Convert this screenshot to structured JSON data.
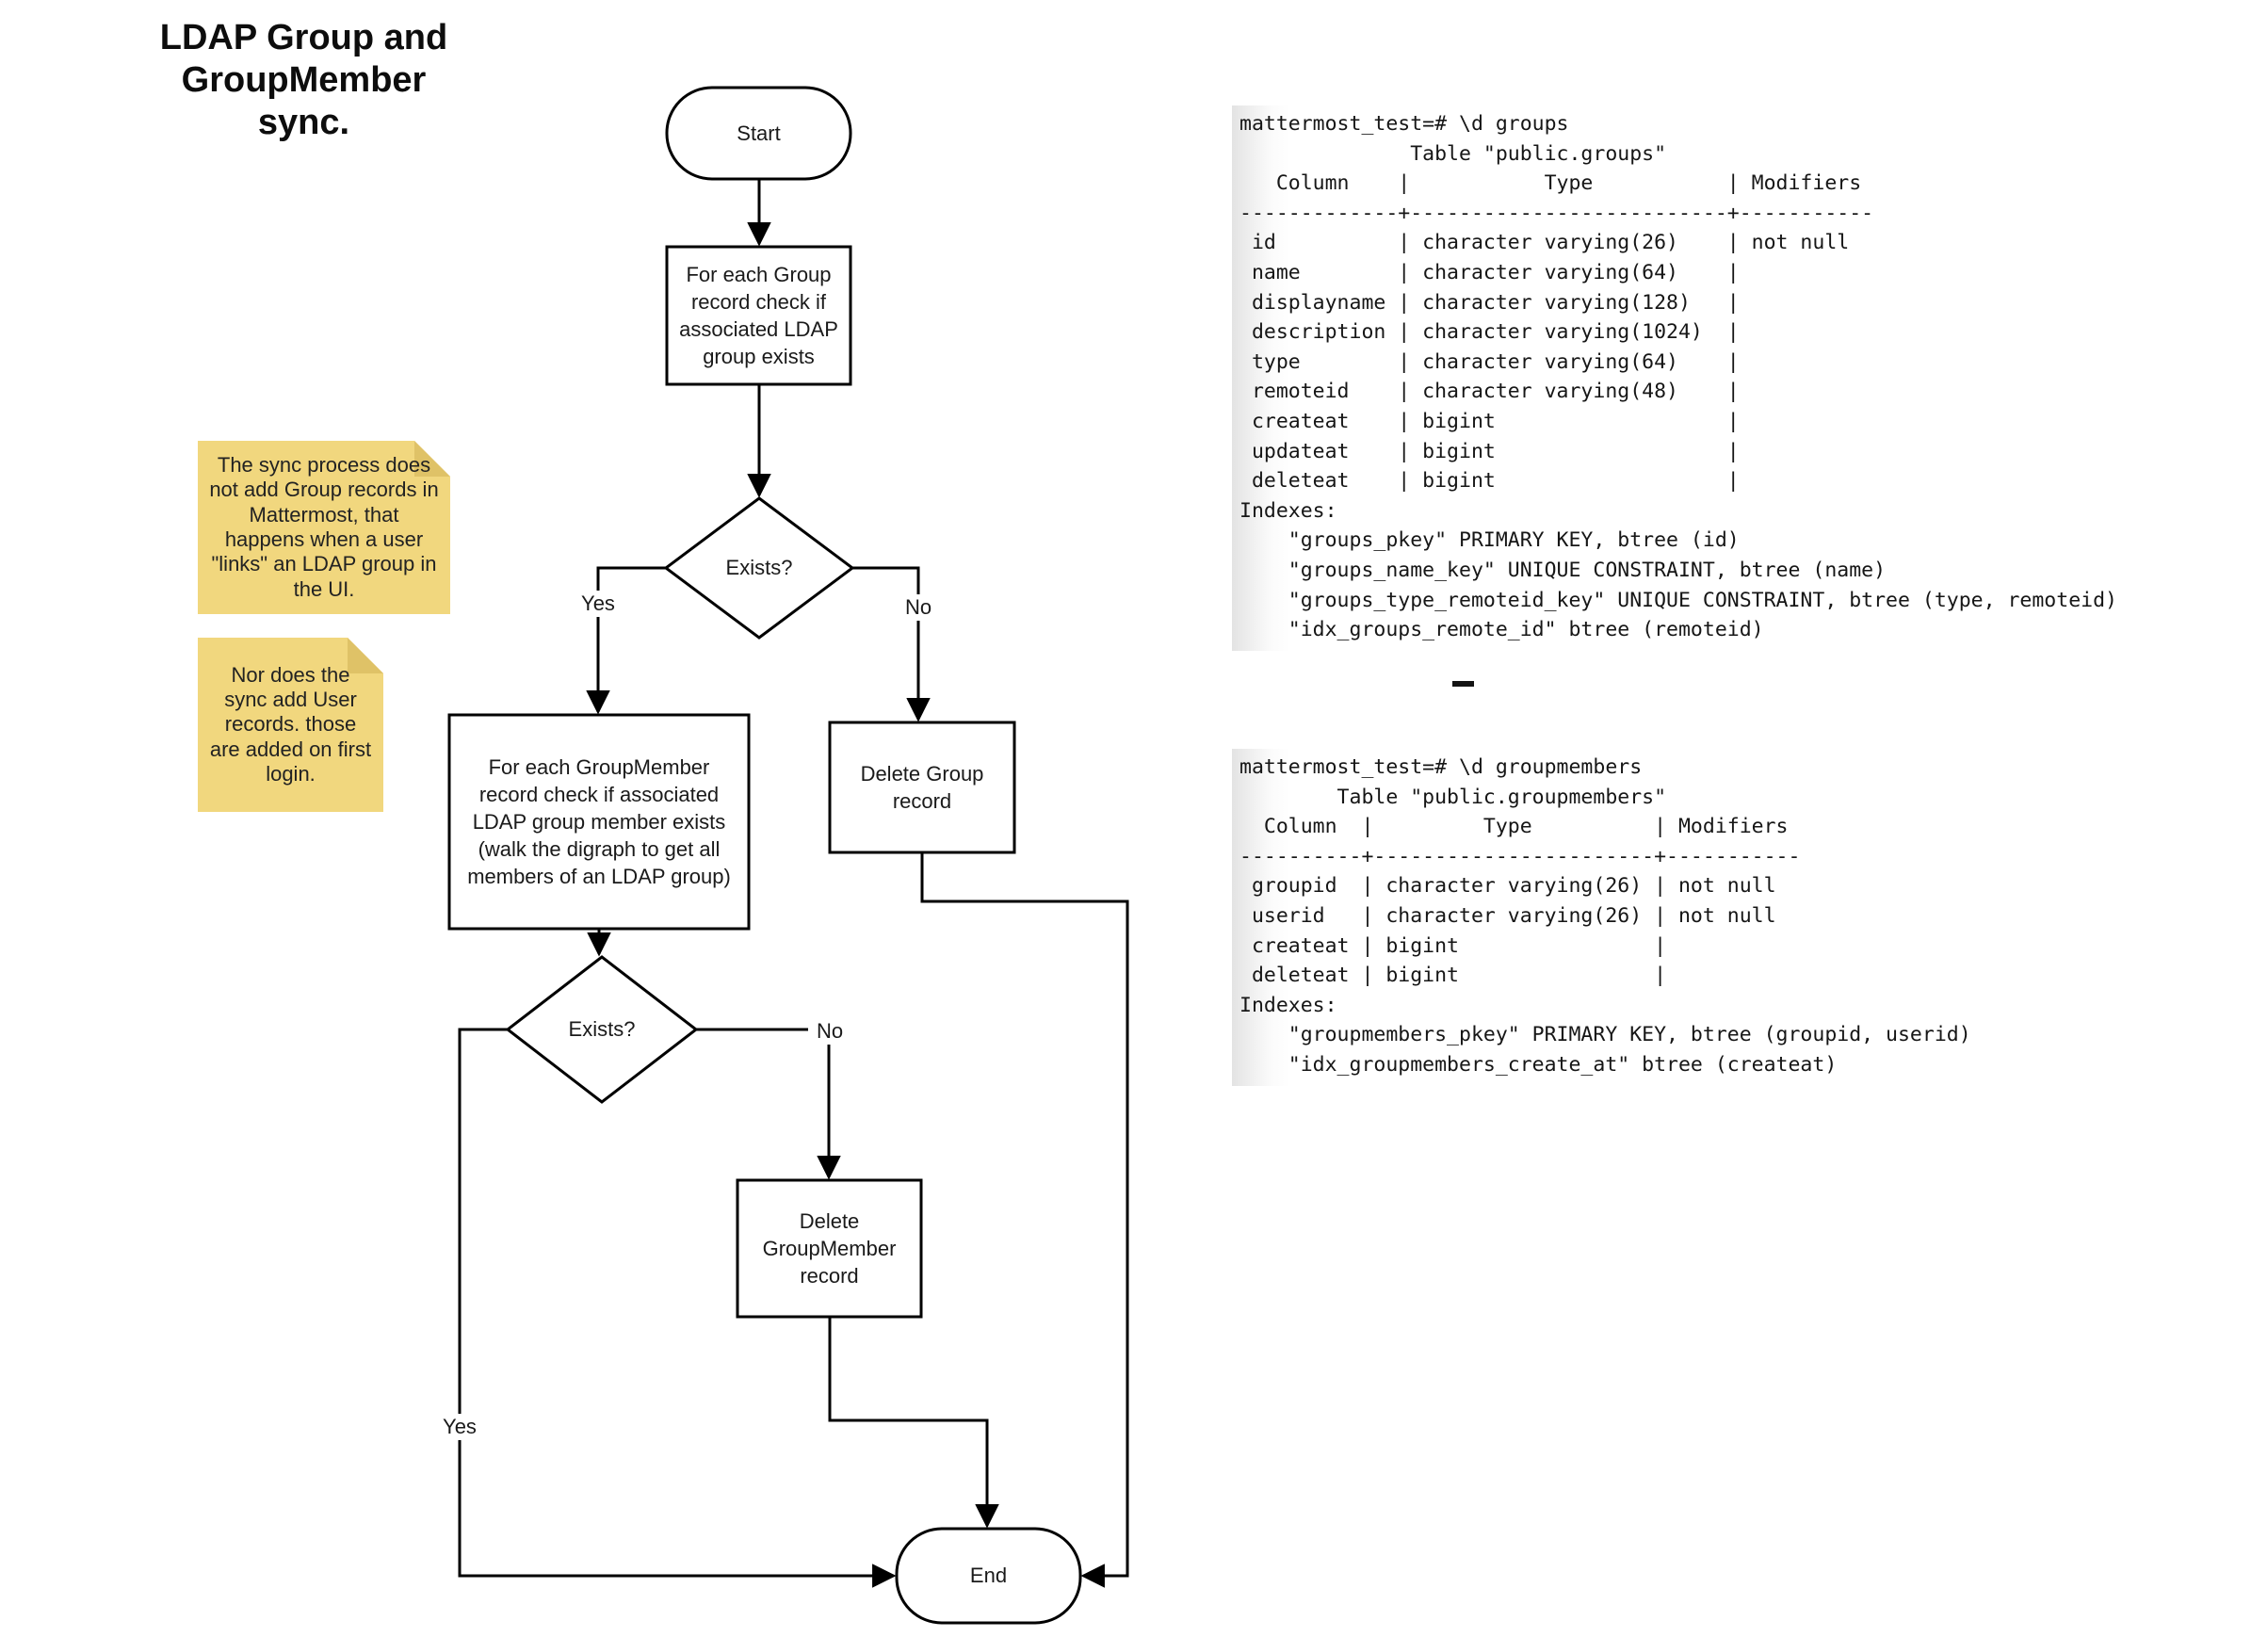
{
  "title": "LDAP Group and\nGroupMember sync.",
  "flowchart": {
    "start_label": "Start",
    "process_group_check": "For each Group record check if associated LDAP group exists",
    "decision1_label": "Exists?",
    "decision1_yes": "Yes",
    "decision1_no": "No",
    "delete_group_label": "Delete Group record",
    "process_groupmember_check": "For each GroupMember record check if associated LDAP group member exists (walk the digraph to get all members of an LDAP group)",
    "decision2_label": "Exists?",
    "decision2_yes": "Yes",
    "decision2_no": "No",
    "delete_groupmember_label": "Delete GroupMember record",
    "end_label": "End"
  },
  "notes": [
    {
      "text": "The sync process does not add Group records in Mattermost, that happens when a user \"links\" an LDAP group in the UI."
    },
    {
      "text": "Nor does the sync add User records. those are added on first login."
    }
  ],
  "terminals": [
    {
      "content": "mattermost_test=# \\d groups\n              Table \"public.groups\"\n   Column    |           Type           | Modifiers\n-------------+--------------------------+-----------\n id          | character varying(26)    | not null\n name        | character varying(64)    |\n displayname | character varying(128)   |\n description | character varying(1024)  |\n type        | character varying(64)    |\n remoteid    | character varying(48)    |\n createat    | bigint                   |\n updateat    | bigint                   |\n deleteat    | bigint                   |\nIndexes:\n    \"groups_pkey\" PRIMARY KEY, btree (id)\n    \"groups_name_key\" UNIQUE CONSTRAINT, btree (name)\n    \"groups_type_remoteid_key\" UNIQUE CONSTRAINT, btree (type, remoteid)\n    \"idx_groups_remote_id\" btree (remoteid)",
      "cursor": "-"
    },
    {
      "content": "mattermost_test=# \\d groupmembers\n        Table \"public.groupmembers\"\n  Column  |         Type          | Modifiers\n----------+-----------------------+-----------\n groupid  | character varying(26) | not null\n userid   | character varying(26) | not null\n createat | bigint                |\n deleteat | bigint                |\nIndexes:\n    \"groupmembers_pkey\" PRIMARY KEY, btree (groupid, userid)\n    \"idx_groupmembers_create_at\" btree (createat)"
    }
  ],
  "colors": {
    "stroke": "#000000",
    "node_fill": "#ffffff",
    "note_body": "#f1d77e",
    "note_fold": "#dfc267",
    "terminal_edge": "#e3e3e3"
  }
}
